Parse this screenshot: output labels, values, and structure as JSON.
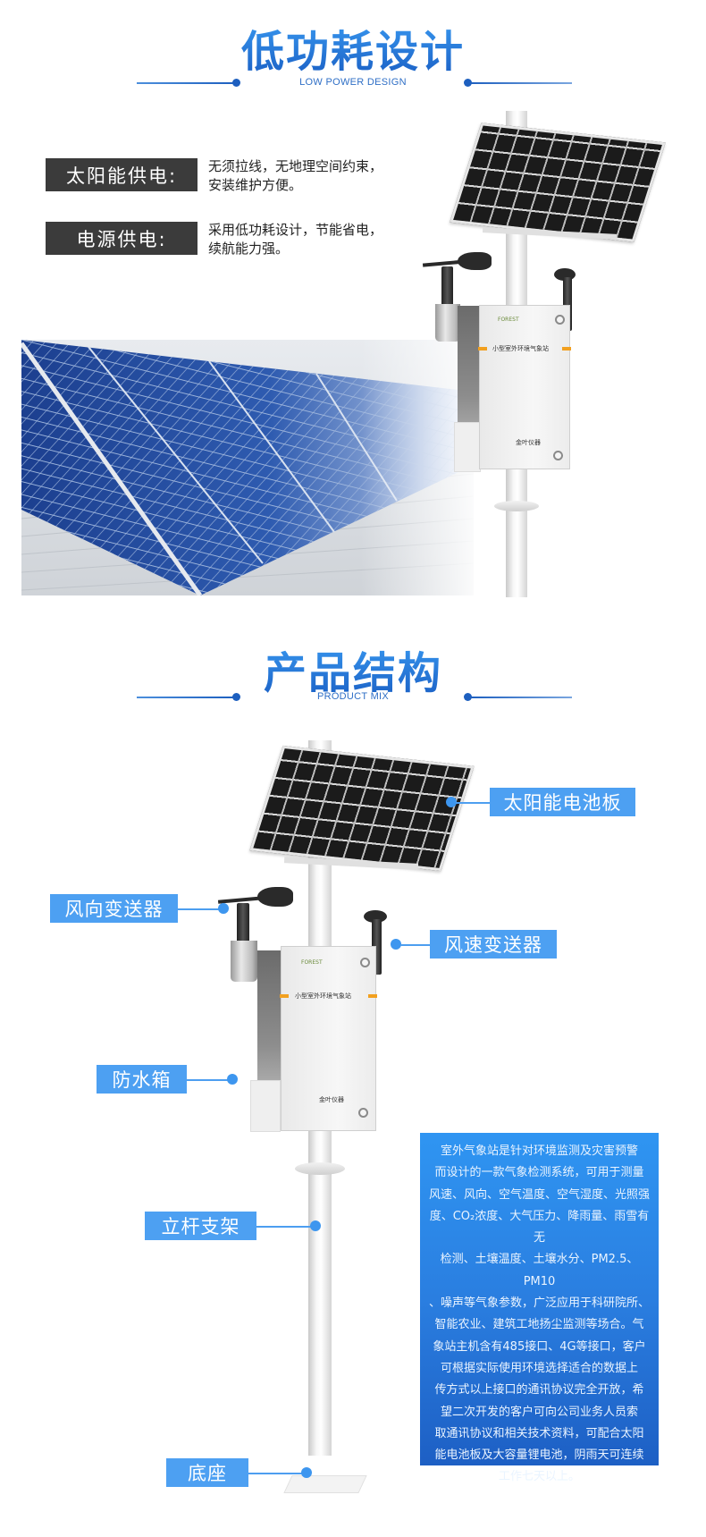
{
  "section1": {
    "title": "低功耗设计",
    "subtitle": "LOW POWER DESIGN",
    "features": [
      {
        "label": "太阳能供电:",
        "description_line1": "无须拉线，无地理空间约束，",
        "description_line2": "安装维护方便。"
      },
      {
        "label": "电源供电:",
        "description_line1": "采用低功耗设计，节能省电，",
        "description_line2": "续航能力强。"
      }
    ],
    "device_box": {
      "brand_logo": "FOREST",
      "product_name": "小型室外环境气象站",
      "maker": "金叶仪器"
    }
  },
  "section2": {
    "title": "产品结构",
    "subtitle": "PRODUCT MIX",
    "callouts": [
      {
        "id": "solar-panel",
        "label": "太阳能电池板"
      },
      {
        "id": "wind-direction",
        "label": "风向变送器"
      },
      {
        "id": "wind-speed",
        "label": "风速变送器"
      },
      {
        "id": "waterproof-box",
        "label": "防水箱"
      },
      {
        "id": "pole-support",
        "label": "立杆支架"
      },
      {
        "id": "base",
        "label": "底座"
      }
    ],
    "device_box": {
      "brand_logo": "FOREST",
      "product_name": "小型室外环境气象站",
      "maker": "金叶仪器"
    },
    "info_lines": [
      "室外气象站是针对环境监测及灾害预警",
      "而设计的一款气象检测系统，可用于测量",
      "风速、风向、空气温度、空气湿度、光照强",
      "度、CO₂浓度、大气压力、降雨量、雨雪有无",
      "检测、土壤温度、土壤水分、PM2.5、PM10",
      "、噪声等气象参数，广泛应用于科研院所、",
      "智能农业、建筑工地扬尘监测等场合。气",
      "象站主机含有485接口、4G等接口，客户",
      "可根据实际使用环境选择适合的数据上",
      "传方式以上接口的通讯协议完全开放，希",
      "望二次开发的客户可向公司业务人员索",
      "取通讯协议和相关技术资料，可配合太阳",
      "能电池板及大容量锂电池，阴雨天可连续",
      "工作七天以上。"
    ]
  },
  "colors": {
    "title_blue": "#1f73d6",
    "callout_blue": "#4da0f2",
    "dark_label": "#3b3b3b",
    "info_gradient_top": "#2f95f2",
    "info_gradient_bottom": "#1d5fc4",
    "accent_orange": "#f2a01f"
  }
}
